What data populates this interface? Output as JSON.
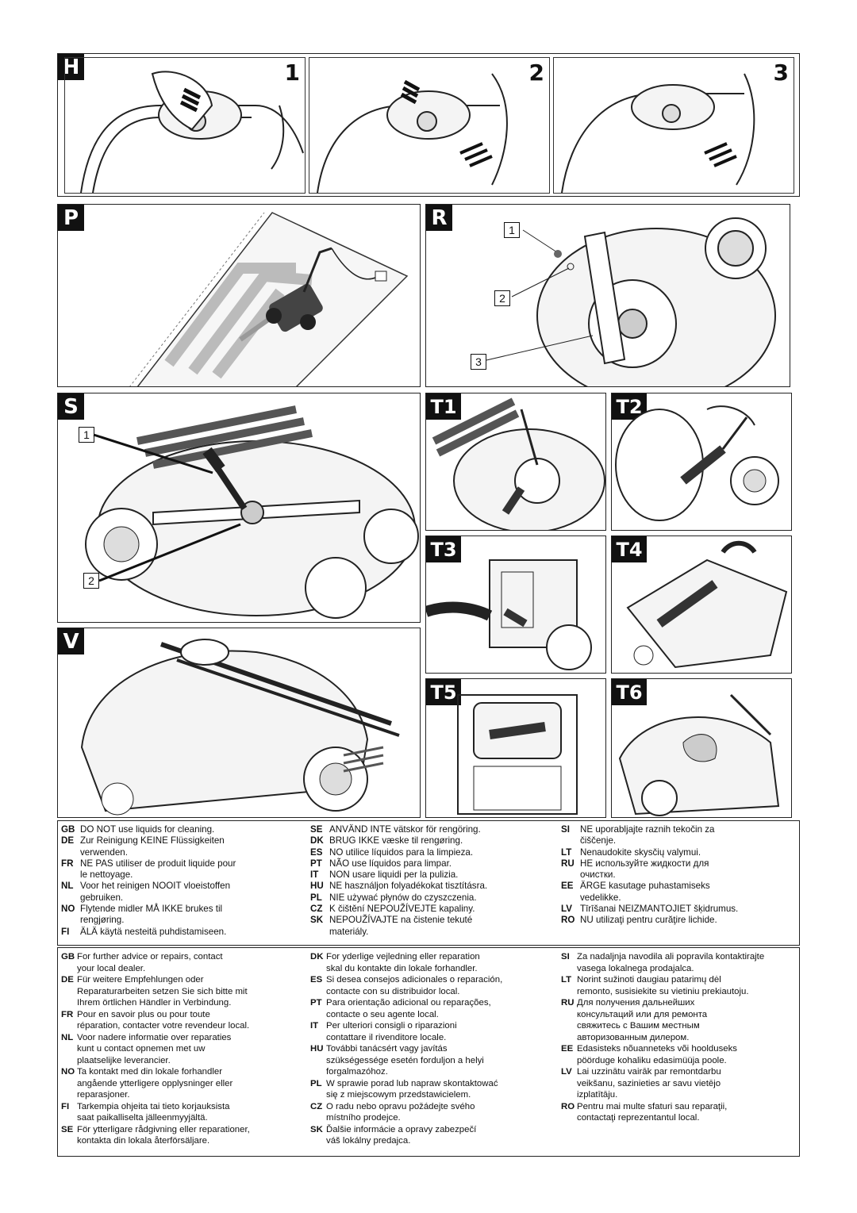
{
  "panels": {
    "H": {
      "label": "H",
      "steps": [
        "1",
        "2",
        "3"
      ]
    },
    "P": {
      "label": "P"
    },
    "R": {
      "label": "R",
      "callouts": [
        "1",
        "2",
        "3"
      ]
    },
    "S": {
      "label": "S",
      "callouts": [
        "1",
        "2"
      ]
    },
    "T1": {
      "label": "T1"
    },
    "T2": {
      "label": "T2"
    },
    "T3": {
      "label": "T3"
    },
    "T4": {
      "label": "T4"
    },
    "T5": {
      "label": "T5"
    },
    "T6": {
      "label": "T6"
    },
    "V": {
      "label": "V"
    }
  },
  "cleaning_warning": {
    "col1": [
      {
        "code": "GB",
        "lines": [
          "DO NOT use liquids for cleaning."
        ]
      },
      {
        "code": "DE",
        "lines": [
          "Zur Reinigung KEINE Flüssigkeiten",
          "verwenden."
        ]
      },
      {
        "code": "FR",
        "lines": [
          "NE PAS utiliser de produit liquide pour",
          "le nettoyage."
        ]
      },
      {
        "code": "NL",
        "lines": [
          "Voor het reinigen NOOIT vloeistoffen",
          "gebruiken."
        ]
      },
      {
        "code": "NO",
        "lines": [
          "Flytende midler MÅ IKKE brukes til",
          "rengjøring."
        ]
      },
      {
        "code": "FI",
        "lines": [
          "ÄLÄ käytä nesteitä puhdistamiseen."
        ]
      }
    ],
    "col2": [
      {
        "code": "SE",
        "lines": [
          "ANVÄND INTE vätskor för rengöring."
        ]
      },
      {
        "code": "DK",
        "lines": [
          "BRUG IKKE væske til rengøring."
        ]
      },
      {
        "code": "ES",
        "lines": [
          "NO utilice líquidos para la limpieza."
        ]
      },
      {
        "code": "PT",
        "lines": [
          "NÃO use líquidos para limpar."
        ]
      },
      {
        "code": "IT",
        "lines": [
          "NON usare liquidi per la pulizia."
        ]
      },
      {
        "code": "HU",
        "lines": [
          "NE használjon folyadékokat tisztításra."
        ]
      },
      {
        "code": "PL",
        "lines": [
          "NIE używać płynów do czyszczenia."
        ]
      },
      {
        "code": "CZ",
        "lines": [
          "K čištění NEPOUŽÍVEJTE kapaliny."
        ]
      },
      {
        "code": "SK",
        "lines": [
          "NEPOUŽÍVAJTE na čistenie tekuté",
          "materiály."
        ]
      }
    ],
    "col3": [
      {
        "code": "SI",
        "lines": [
          "NE uporabljajte raznih tekočin za",
          "čiščenje."
        ]
      },
      {
        "code": "LT",
        "lines": [
          "Nenaudokite skysčių valymui."
        ]
      },
      {
        "code": "RU",
        "lines": [
          "НЕ используйте жидкости для",
          "очистки."
        ]
      },
      {
        "code": "EE",
        "lines": [
          "ÄRGE kasutage puhastamiseks",
          "vedelikke."
        ]
      },
      {
        "code": "LV",
        "lines": [
          "Tīrīšanai NEIZMANTOJIET šķidrumus."
        ]
      },
      {
        "code": "RO",
        "lines": [
          "NU utilizaţi pentru curăţire lichide."
        ]
      }
    ]
  },
  "dealer_advice": {
    "col1": [
      {
        "code": "GB",
        "lines": [
          "For further advice or repairs, contact",
          "your local dealer."
        ]
      },
      {
        "code": "DE",
        "lines": [
          "Für weitere Empfehlungen oder",
          "Reparaturarbeiten setzen Sie sich bitte mit",
          "Ihrem örtlichen Händler in Verbindung."
        ]
      },
      {
        "code": "FR",
        "lines": [
          "Pour en savoir plus ou pour toute",
          "réparation, contacter votre revendeur local."
        ]
      },
      {
        "code": "NL",
        "lines": [
          "Voor nadere informatie over reparaties",
          "kunt u contact opnemen met uw",
          "plaatselijke leverancier."
        ]
      },
      {
        "code": "NO",
        "lines": [
          "Ta kontakt med din lokale forhandler",
          "angående ytterligere opplysninger eller",
          "reparasjoner."
        ]
      },
      {
        "code": "FI",
        "lines": [
          "Tarkempia ohjeita tai tieto korjauksista",
          "saat paikalliselta jälleenmyyjältä."
        ]
      },
      {
        "code": "SE",
        "lines": [
          "För ytterligare rådgivning eller reparationer,",
          "kontakta din lokala återförsäljare."
        ]
      }
    ],
    "col2": [
      {
        "code": "DK",
        "lines": [
          "For yderlige vejledning eller reparation",
          "skal du kontakte din lokale forhandler."
        ]
      },
      {
        "code": "ES",
        "lines": [
          "Si desea consejos adicionales o reparación,",
          "contacte con su distribuidor local."
        ]
      },
      {
        "code": "PT",
        "lines": [
          "Para orientação adicional ou reparações,",
          "contacte o seu agente local."
        ]
      },
      {
        "code": "IT",
        "lines": [
          "Per ulteriori consigli o riparazioni",
          "contattare il rivenditore locale."
        ]
      },
      {
        "code": "HU",
        "lines": [
          "További tanácsért vagy javítás",
          "szükségessége esetén forduljon a helyi",
          "forgalmazóhoz."
        ]
      },
      {
        "code": "PL",
        "lines": [
          "W sprawie porad lub napraw skontaktować",
          "się z miejscowym przedstawicielem."
        ]
      },
      {
        "code": "CZ",
        "lines": [
          "O radu nebo opravu požádejte svého",
          "místního prodejce."
        ]
      },
      {
        "code": "SK",
        "lines": [
          "Ďalšie informácie a opravy zabezpečí",
          "váš lokálny predajca."
        ]
      }
    ],
    "col3": [
      {
        "code": "SI",
        "lines": [
          "Za nadaljnja navodila ali popravila kontaktirajte",
          "vasega lokalnega prodajalca."
        ]
      },
      {
        "code": "LT",
        "lines": [
          "Norint sužinoti daugiau patarimų dėl",
          "remonto, susisiekite su vietiniu prekiautoju."
        ]
      },
      {
        "code": "RU",
        "lines": [
          "Для получения дальнейших",
          "консультаций или для ремонта",
          "свяжитесь с Вашим местным",
          "авторизованным дилером."
        ]
      },
      {
        "code": "EE",
        "lines": [
          "Edasisteks nõuanneteks või hoolduseks",
          "pöörduge kohaliku edasimüüja poole."
        ]
      },
      {
        "code": "LV",
        "lines": [
          "Lai uzzinātu vairāk par remontdarbu",
          "veikšanu, sazinieties ar savu vietējo",
          "izplatītāju."
        ]
      },
      {
        "code": "RO",
        "lines": [
          "Pentru mai multe sfaturi sau reparaţii,",
          "contactaţi reprezentantul local."
        ]
      }
    ]
  }
}
